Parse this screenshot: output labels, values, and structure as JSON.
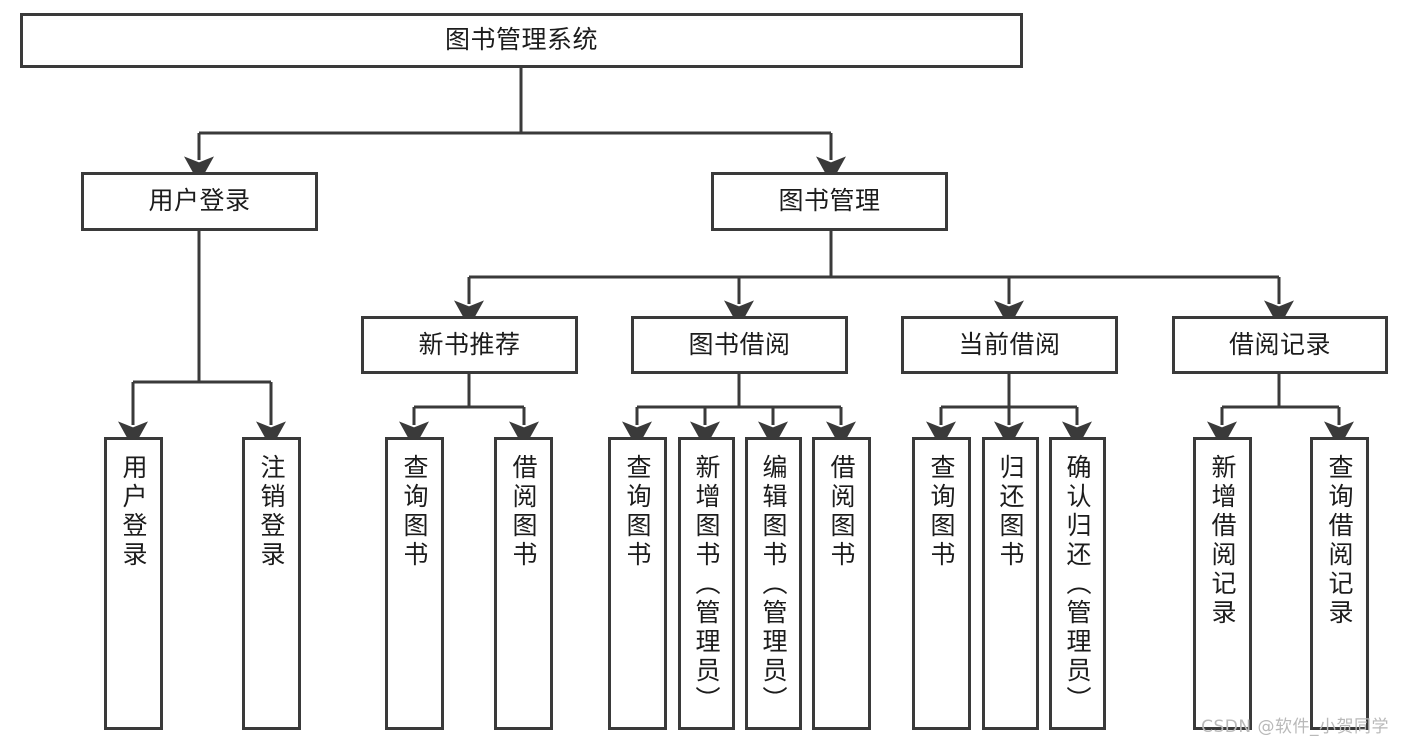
{
  "diagram": {
    "title": "图书管理系统",
    "watermark": "CSDN @软件_小贺同学",
    "stroke_color": "#3a3a3a",
    "text_color": "#1c1c1c",
    "background_color": "#ffffff",
    "watermark_color": "#b9b9b9"
  },
  "root": {
    "label": "图书管理系统"
  },
  "level2": [
    {
      "label": "用户登录"
    },
    {
      "label": "图书管理"
    }
  ],
  "level3": [
    {
      "label": "新书推荐"
    },
    {
      "label": "图书借阅"
    },
    {
      "label": "当前借阅"
    },
    {
      "label": "借阅记录"
    }
  ],
  "leaves": {
    "user_login": [
      {
        "label": "用户登录"
      },
      {
        "label": "注销登录"
      }
    ],
    "new_book_recommend": [
      {
        "label": "查询图书"
      },
      {
        "label": "借阅图书"
      }
    ],
    "book_borrow": [
      {
        "label": "查询图书"
      },
      {
        "label": "新增图书（管理员）"
      },
      {
        "label": "编辑图书（管理员）"
      },
      {
        "label": "借阅图书"
      }
    ],
    "current_borrow": [
      {
        "label": "查询图书"
      },
      {
        "label": "归还图书"
      },
      {
        "label": "确认归还（管理员）"
      }
    ],
    "borrow_record": [
      {
        "label": "新增借阅记录"
      },
      {
        "label": "查询借阅记录"
      }
    ]
  }
}
